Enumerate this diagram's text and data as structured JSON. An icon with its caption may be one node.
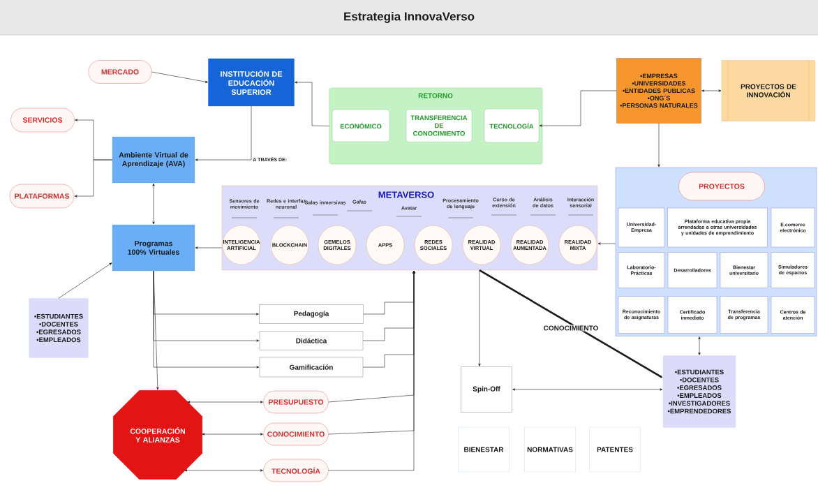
{
  "diagram": {
    "title": "Estrategia InnovaVerso",
    "nodes": [
      {
        "text": [
          "MERCADO"
        ]
      },
      {
        "text": [
          "INSTITUCIÓN DE EDUCACIÓN SUPERIOR"
        ]
      },
      {
        "text": [
          "SERVICIOS"
        ]
      },
      {
        "text": [
          "Ambiente Virtual de Aprendizaje (AVA)"
        ]
      },
      {
        "text": [
          "PLATAFORMAS"
        ]
      },
      {
        "text": [
          "Programas 100% Virtuales"
        ]
      },
      {
        "text": [
          "RETORNO"
        ]
      },
      {
        "text": [
          "ECONÓMICO"
        ],
        "in": 6
      },
      {
        "text": [
          "TRANSFERENCIA DE CONOCIMIENTO"
        ],
        "in": 6
      },
      {
        "text": [
          "TECNOLOGÍA"
        ],
        "in": 6
      },
      {
        "text": [
          "•EMPRESAS",
          "•UNIVERSIDADES",
          "•ENTIDADES PUBLICAS",
          "•ONG´S",
          "•PERSONAS NATURALES"
        ]
      },
      {
        "text": [
          "PROYECTOS DE INNOVACIÓN"
        ]
      },
      {
        "text": [
          "METAVERSO"
        ]
      },
      {
        "text": [
          "INTELIGENCIA ARTIFICIAL"
        ],
        "in": 12
      },
      {
        "text": [
          "BLOCKCHAIN"
        ],
        "in": 12
      },
      {
        "text": [
          "GEMELOS DIGITALES"
        ],
        "in": 12
      },
      {
        "text": [
          "APPS"
        ],
        "in": 12
      },
      {
        "text": [
          "REDES SOCIALES"
        ],
        "in": 12
      },
      {
        "text": [
          "REALIDAD VIRTUAL"
        ],
        "in": 12
      },
      {
        "text": [
          "REALIDAD AUMENTADA"
        ],
        "in": 12
      },
      {
        "text": [
          "REALIDAD MIXTA"
        ],
        "in": 12
      },
      {
        "text": [],
        "shape": "box"
      },
      {
        "text": [
          "PROYECTOS"
        ],
        "in": 21
      },
      {
        "text": [
          "Universidad-Empresa"
        ],
        "in": 21
      },
      {
        "text": [
          "Plataforma educativa propia arrendadas a otras universidades y unidades de emprendimiento"
        ],
        "in": 21
      },
      {
        "text": [
          "E.comerce electrónico"
        ],
        "in": 21
      },
      {
        "text": [
          "Laboratorio-Prácticas"
        ],
        "in": 21
      },
      {
        "text": [
          "Desarrolladores"
        ],
        "in": 21
      },
      {
        "text": [
          "Bienestar universitario"
        ],
        "in": 21
      },
      {
        "text": [
          "Simuladores de espacios"
        ],
        "in": 21
      },
      {
        "text": [
          "Reconocimiento de asignaturas"
        ],
        "in": 21
      },
      {
        "text": [
          "Certificado inmediato"
        ],
        "in": 21
      },
      {
        "text": [
          "Transferencia de programas"
        ],
        "in": 21
      },
      {
        "text": [
          "Centros de atención"
        ],
        "in": 21
      },
      {
        "text": [
          "•ESTUDIANTES",
          "•DOCENTES",
          "•EGRESADOS",
          "•EMPLEADOS"
        ]
      },
      {
        "text": [
          "Pedagogía"
        ]
      },
      {
        "text": [
          "Didáctica"
        ]
      },
      {
        "text": [
          "Gamificación"
        ]
      },
      {
        "text": [
          "COOPERACIÓN Y ALIANZAS"
        ]
      },
      {
        "text": [
          "PRESUPUESTO"
        ]
      },
      {
        "text": [
          "CONOCIMIENTO"
        ]
      },
      {
        "text": [
          "TECNOLOGÍA"
        ]
      },
      {
        "text": [
          "Spin-Off"
        ]
      },
      {
        "text": [
          "•ESTUDIANTES",
          "•DOCENTES",
          "•EGRESADOS",
          "•EMPLEADOS",
          "•INVESTIGADORES",
          "•EMPRENDEDORES"
        ]
      },
      {
        "text": [
          "BIENESTAR"
        ]
      },
      {
        "text": [
          "NORMATIVAS"
        ]
      },
      {
        "text": [
          "PATENTES"
        ]
      }
    ],
    "edges": [
      {
        "from": 0,
        "to": 1,
        "arrow": "to"
      },
      {
        "from": 1,
        "to": 3,
        "arrow": "to",
        "label": "A TRAVÉS DE:"
      },
      {
        "from": 6,
        "to": 1,
        "arrow": "to"
      },
      {
        "from": 10,
        "to": 9,
        "arrow": "to"
      },
      {
        "from": 10,
        "to": 11,
        "arrow": "both"
      },
      {
        "from": 10,
        "to": 21,
        "arrow": "to"
      },
      {
        "from": 3,
        "to": 2,
        "arrow": "to"
      },
      {
        "from": 3,
        "to": 4,
        "arrow": "to"
      },
      {
        "from": 3,
        "to": 5,
        "arrow": "both"
      },
      {
        "from": 12,
        "to": 5,
        "arrow": "to"
      },
      {
        "from": 34,
        "to": 5,
        "arrow": "to"
      },
      {
        "from": 5,
        "to": 35,
        "arrow": "to"
      },
      {
        "from": 5,
        "to": 36,
        "arrow": "to"
      },
      {
        "from": 5,
        "to": 37,
        "arrow": "to"
      },
      {
        "from": 5,
        "to": 38,
        "arrow": "to"
      },
      {
        "from": 35,
        "to": 12,
        "arrow": "to"
      },
      {
        "from": 36,
        "to": 12,
        "arrow": "to"
      },
      {
        "from": 37,
        "to": 12,
        "arrow": "to"
      },
      {
        "from": 39,
        "to": 12,
        "arrow": "to"
      },
      {
        "from": 40,
        "to": 12,
        "arrow": "to"
      },
      {
        "from": 41,
        "to": 12,
        "arrow": "to"
      },
      {
        "from": 38,
        "to": 39,
        "arrow": "both"
      },
      {
        "from": 38,
        "to": 40,
        "arrow": "both"
      },
      {
        "from": 38,
        "to": 41,
        "arrow": "both"
      },
      {
        "from": 12,
        "to": 42,
        "arrow": "to"
      },
      {
        "from": 12,
        "to": 43,
        "arrow": "to",
        "label": "CONOCIMIENTO",
        "style": "thick"
      },
      {
        "from": 42,
        "to": 43,
        "arrow": "both"
      },
      {
        "from": 21,
        "to": 43,
        "arrow": "both"
      },
      {
        "from": 21,
        "to": 12,
        "arrow": "to"
      }
    ],
    "labels": [
      "Sensores de movimiento",
      "Redes e interfaz neuronal",
      "Salas inmersivas",
      "Gafas",
      "Avatar",
      "Procesamiento de lenguaje",
      "Curso de extensión",
      "Análisis de datos",
      "Interacción sensorial"
    ]
  }
}
